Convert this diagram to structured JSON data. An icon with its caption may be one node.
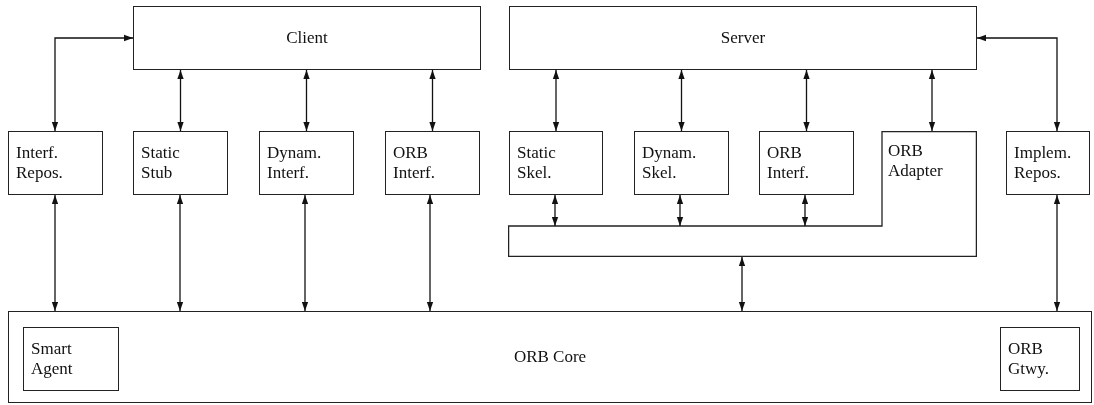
{
  "diagram": {
    "nodes": [
      {
        "text": [
          "Client"
        ]
      },
      {
        "text": [
          "Server"
        ]
      },
      {
        "text": [
          "Interf. Repos."
        ]
      },
      {
        "text": [
          "Static Stub"
        ]
      },
      {
        "text": [
          "Dynam. Interf."
        ]
      },
      {
        "text": [
          "ORB Interf."
        ]
      },
      {
        "text": [
          "Static Skel."
        ]
      },
      {
        "text": [
          "Dynam. Skel."
        ]
      },
      {
        "text": [
          "ORB Interf."
        ]
      },
      {
        "text": [
          "ORB Adapter"
        ]
      },
      {
        "text": [
          "Implem. Repos."
        ]
      },
      {
        "text": [
          "ORB Core"
        ]
      },
      {
        "text": [
          "Smart Agent"
        ],
        "in": 11
      },
      {
        "text": [
          "ORB Gtwy."
        ],
        "in": 11
      }
    ],
    "edges": [
      {
        "from": 2,
        "to": 0,
        "arrow": "both"
      },
      {
        "from": 0,
        "to": 3,
        "arrow": "both"
      },
      {
        "from": 0,
        "to": 4,
        "arrow": "both"
      },
      {
        "from": 0,
        "to": 5,
        "arrow": "both"
      },
      {
        "from": 1,
        "to": 6,
        "arrow": "both"
      },
      {
        "from": 1,
        "to": 7,
        "arrow": "both"
      },
      {
        "from": 1,
        "to": 8,
        "arrow": "both"
      },
      {
        "from": 1,
        "to": 9,
        "arrow": "both"
      },
      {
        "from": 10,
        "to": 1,
        "arrow": "both"
      },
      {
        "from": 6,
        "to": 9,
        "arrow": "both"
      },
      {
        "from": 7,
        "to": 9,
        "arrow": "both"
      },
      {
        "from": 8,
        "to": 9,
        "arrow": "both"
      },
      {
        "from": 2,
        "to": 11,
        "arrow": "both"
      },
      {
        "from": 3,
        "to": 11,
        "arrow": "both"
      },
      {
        "from": 4,
        "to": 11,
        "arrow": "both"
      },
      {
        "from": 5,
        "to": 11,
        "arrow": "both"
      },
      {
        "from": 9,
        "to": 11,
        "arrow": "both"
      },
      {
        "from": 10,
        "to": 11,
        "arrow": "both"
      }
    ]
  }
}
